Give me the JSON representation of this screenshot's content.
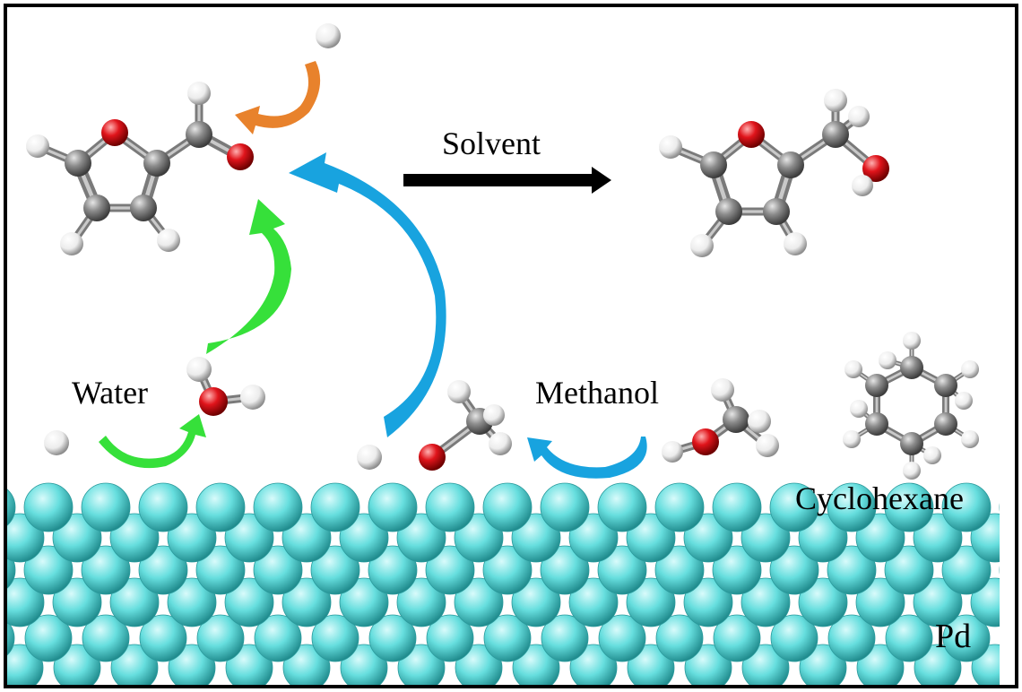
{
  "labels": {
    "solvent": "Solvent",
    "water": "Water",
    "methanol": "Methanol",
    "cyclohexane": "Cyclohexane",
    "surface": "Pd"
  },
  "colors": {
    "frame": "#000000",
    "carbon": "#8a8a8a",
    "oxygen": "#e0141b",
    "hydrogen": "#f2f2f2",
    "palladium": "#66dede",
    "arrow_orange": "#e8822c",
    "arrow_green": "#36e03a",
    "arrow_blue": "#18a3df",
    "arrow_black": "#000000"
  }
}
